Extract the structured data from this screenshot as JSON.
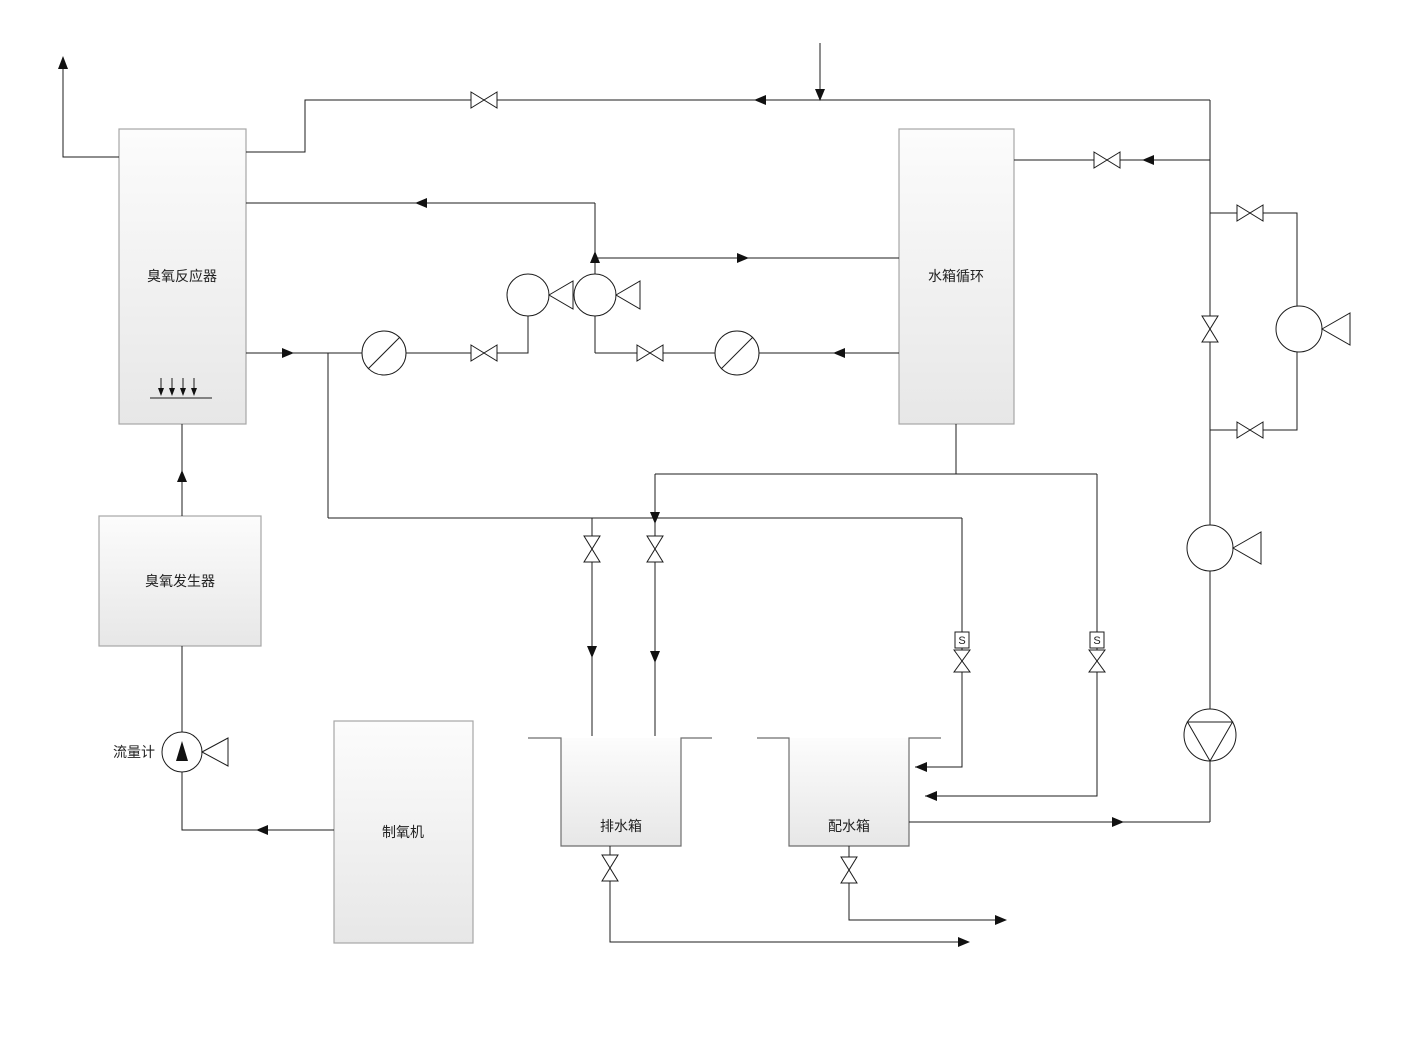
{
  "equipment": {
    "ozone_reactor": {
      "label": "臭氧反应器"
    },
    "water_tank_cycle": {
      "label": "水箱循环"
    },
    "ozone_generator": {
      "label": "臭氧发生器"
    },
    "oxygen_machine": {
      "label": "制氧机"
    },
    "drain_water_tank": {
      "label": "排水箱"
    },
    "distribution_tank": {
      "label": "配水箱"
    }
  },
  "instruments": {
    "flow_meter_label": "流量计",
    "solenoid_valve_label": "S"
  },
  "colors": {
    "pipe": "#1c1c1c",
    "equipment_border": "#a6a6a6",
    "equipment_fill": "#ededed",
    "background": "#ffffff",
    "text": "#222222"
  }
}
